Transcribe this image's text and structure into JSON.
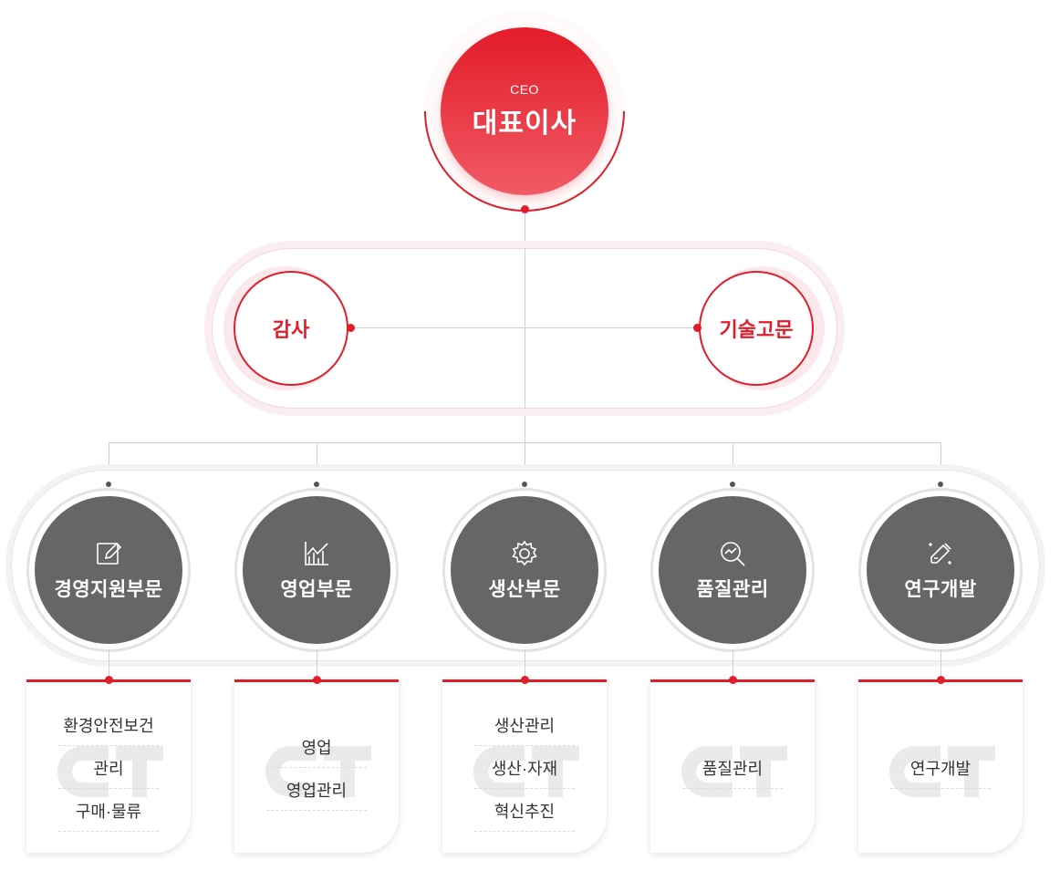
{
  "ceo": {
    "en": "CEO",
    "ko": "대표이사"
  },
  "advisory": [
    {
      "label": "감사"
    },
    {
      "label": "기술고문"
    }
  ],
  "departments": [
    {
      "label": "경영지원부문",
      "icon": "edit-icon",
      "items": [
        "환경안전보건",
        "관리",
        "구매·물류"
      ]
    },
    {
      "label": "영업부문",
      "icon": "chart-icon",
      "items": [
        "영업",
        "영업관리"
      ]
    },
    {
      "label": "생산부문",
      "icon": "gear-icon",
      "items": [
        "생산관리",
        "생산·자재",
        "혁신추진"
      ]
    },
    {
      "label": "품질관리",
      "icon": "magnifier-chart-icon",
      "items": [
        "품질관리"
      ]
    },
    {
      "label": "연구개발",
      "icon": "pipette-icon",
      "items": [
        "연구개발"
      ]
    }
  ],
  "colors": {
    "accent": "#e01e2b",
    "dept_circle": "#666666",
    "line": "#cfcfcf"
  }
}
